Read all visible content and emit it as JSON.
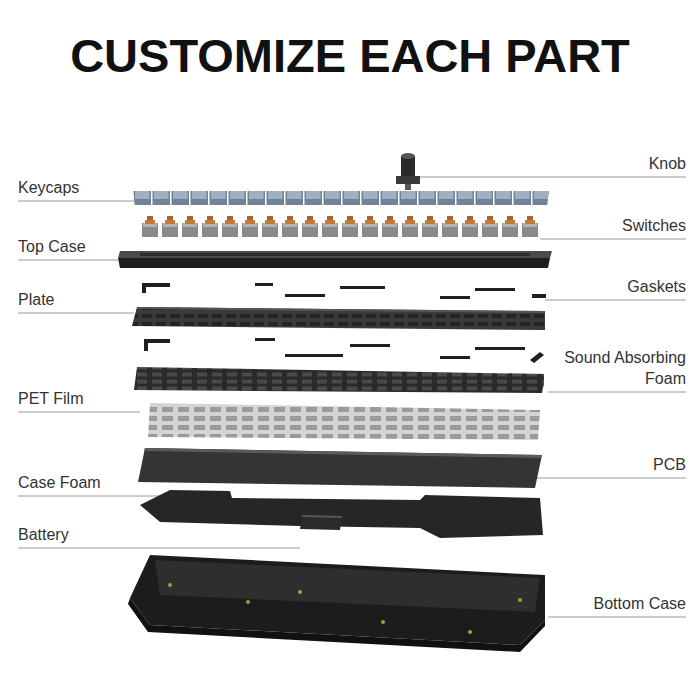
{
  "diagram": {
    "title": "CUSTOMIZE EACH PART",
    "labels": [
      "Knob",
      "Keycaps",
      "Switches",
      "Top Case",
      "Gaskets",
      "Plate",
      "Sound Absorbing Foam",
      "PET Film",
      "PCB",
      "Case Foam",
      "Battery",
      "Bottom Case"
    ]
  }
}
